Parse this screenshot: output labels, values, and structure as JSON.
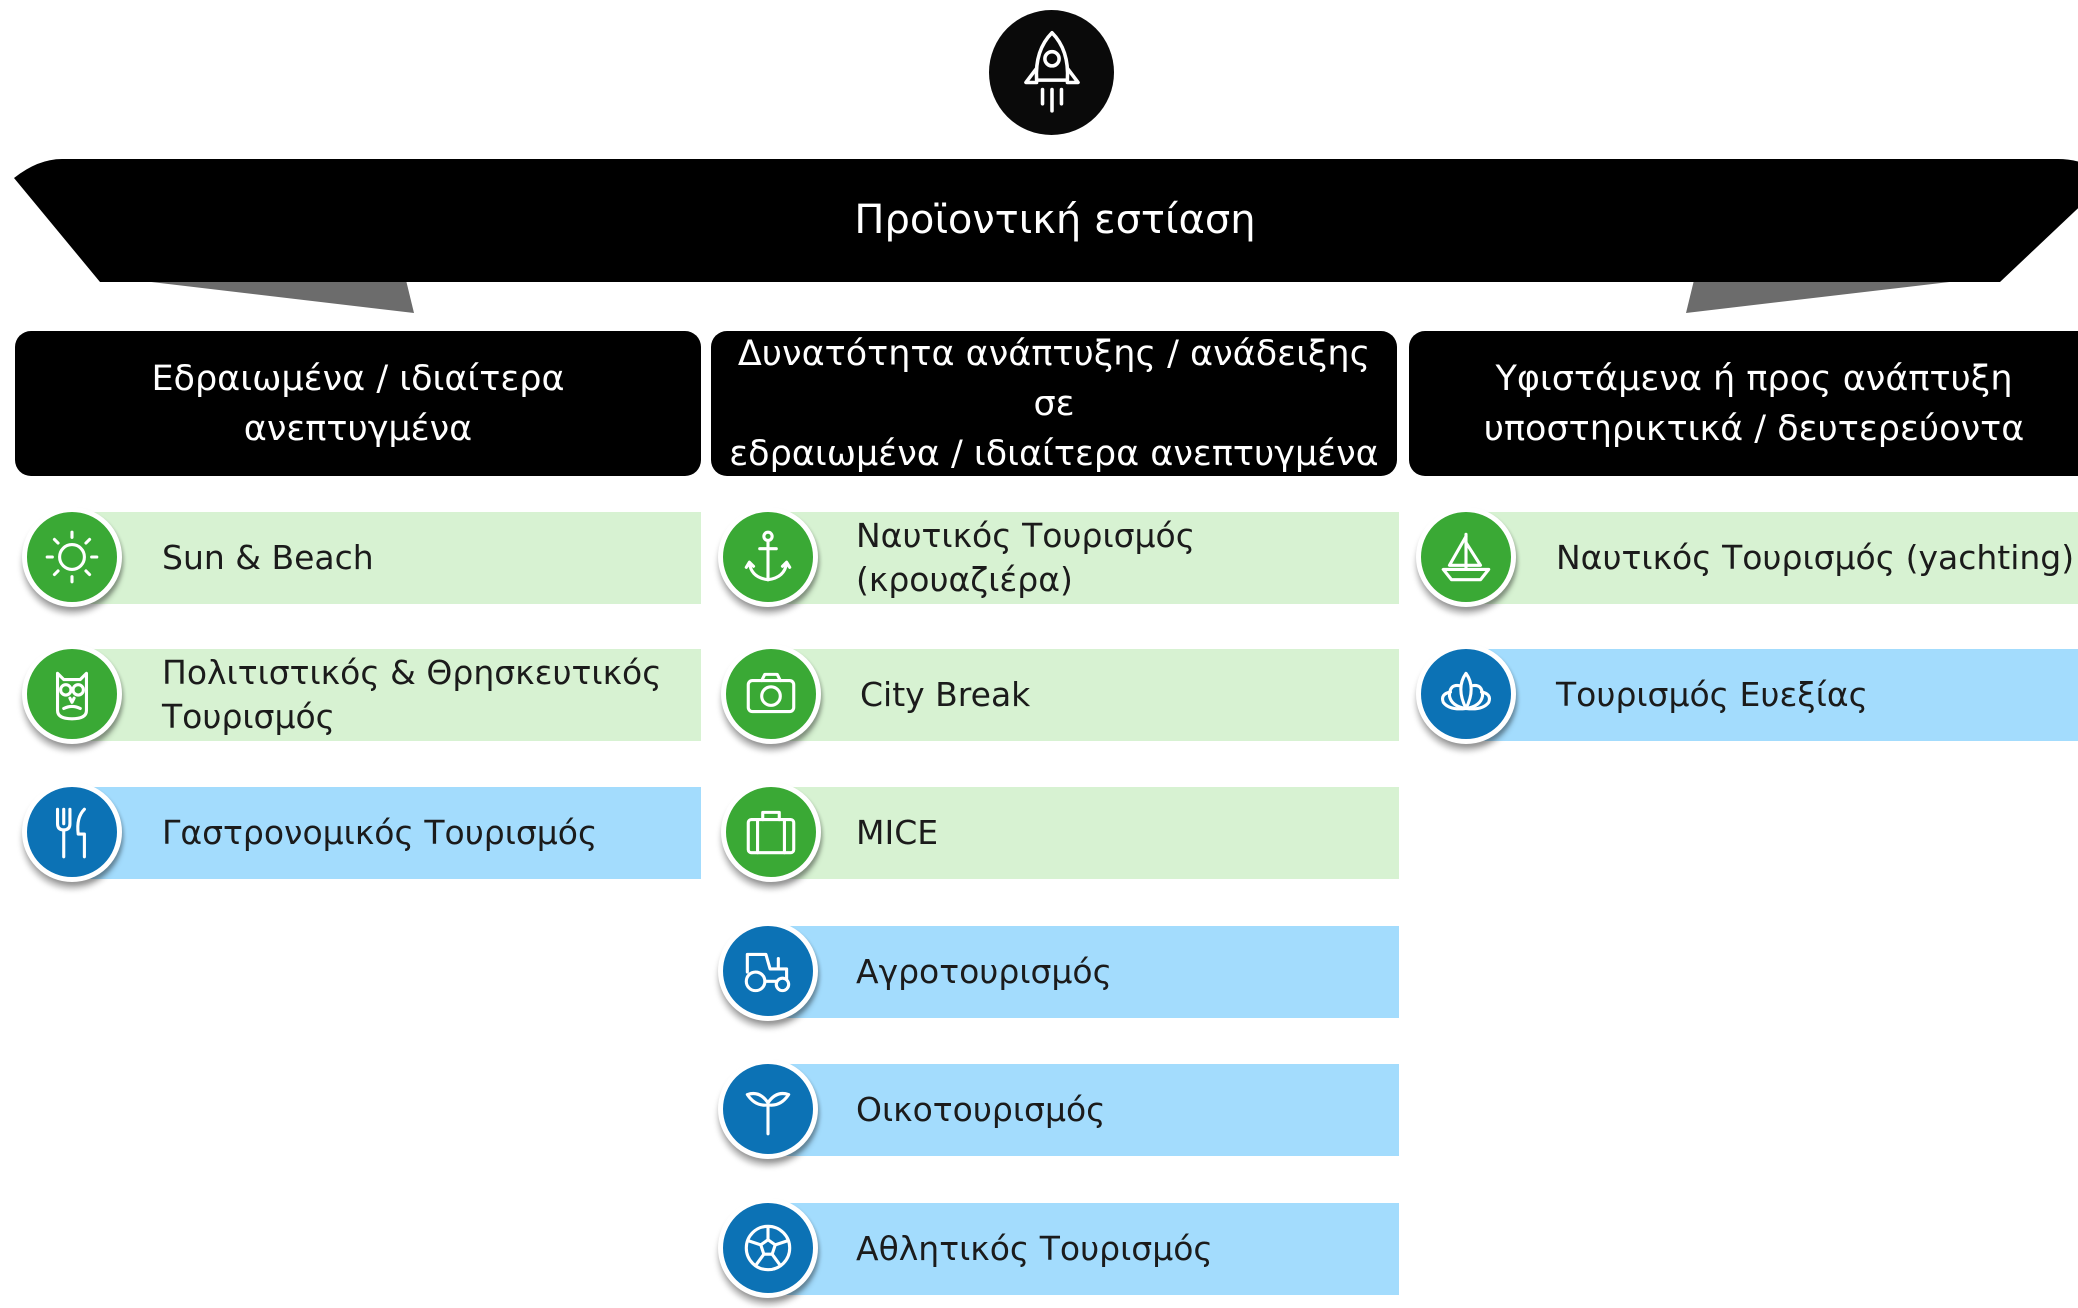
{
  "colors": {
    "header_bg": "#000000",
    "green_band": "#d7f2d2",
    "green_icon": "#3aa935",
    "blue_band": "#a3dcfd",
    "blue_icon": "#0c72b5"
  },
  "top_icon": "rocket-icon",
  "banner": {
    "title": "Προϊοντική εστίαση"
  },
  "columns": [
    {
      "header": "Εδραιωμένα / ιδιαίτερα\nανεπτυγμένα",
      "items": [
        {
          "label": "Sun & Beach",
          "icon": "sun-icon",
          "color": "green"
        },
        {
          "label": "Πολιτιστικός & Θρησκευτικός\nΤουρισμός",
          "icon": "owl-icon",
          "color": "green"
        },
        {
          "label": "Γαστρονομικός Τουρισμός",
          "icon": "fork-knife-icon",
          "color": "blue"
        }
      ]
    },
    {
      "header": "Δυνατότητα ανάπτυξης / ανάδειξης σε\nεδραιωμένα / ιδιαίτερα ανεπτυγμένα",
      "items": [
        {
          "label": "Ναυτικός Τουρισμός (κρουαζιέρα)",
          "icon": "anchor-icon",
          "color": "green"
        },
        {
          "label": "City Break",
          "icon": "camera-icon",
          "color": "green"
        },
        {
          "label": "MICE",
          "icon": "briefcase-icon",
          "color": "green"
        },
        {
          "label": "Αγροτουρισμός",
          "icon": "tractor-icon",
          "color": "blue"
        },
        {
          "label": "Οικοτουρισμός",
          "icon": "sprout-icon",
          "color": "blue"
        },
        {
          "label": "Αθλητικός Τουρισμός",
          "icon": "ball-icon",
          "color": "blue"
        }
      ]
    },
    {
      "header": "Υφιστάμενα ή προς ανάπτυξη\nυποστηρικτικά / δευτερεύοντα",
      "items": [
        {
          "label": "Ναυτικός Τουρισμός (yachting)",
          "icon": "sailboat-icon",
          "color": "green"
        },
        {
          "label": "Τουρισμός  Ευεξίας",
          "icon": "lotus-icon",
          "color": "blue"
        }
      ]
    }
  ]
}
